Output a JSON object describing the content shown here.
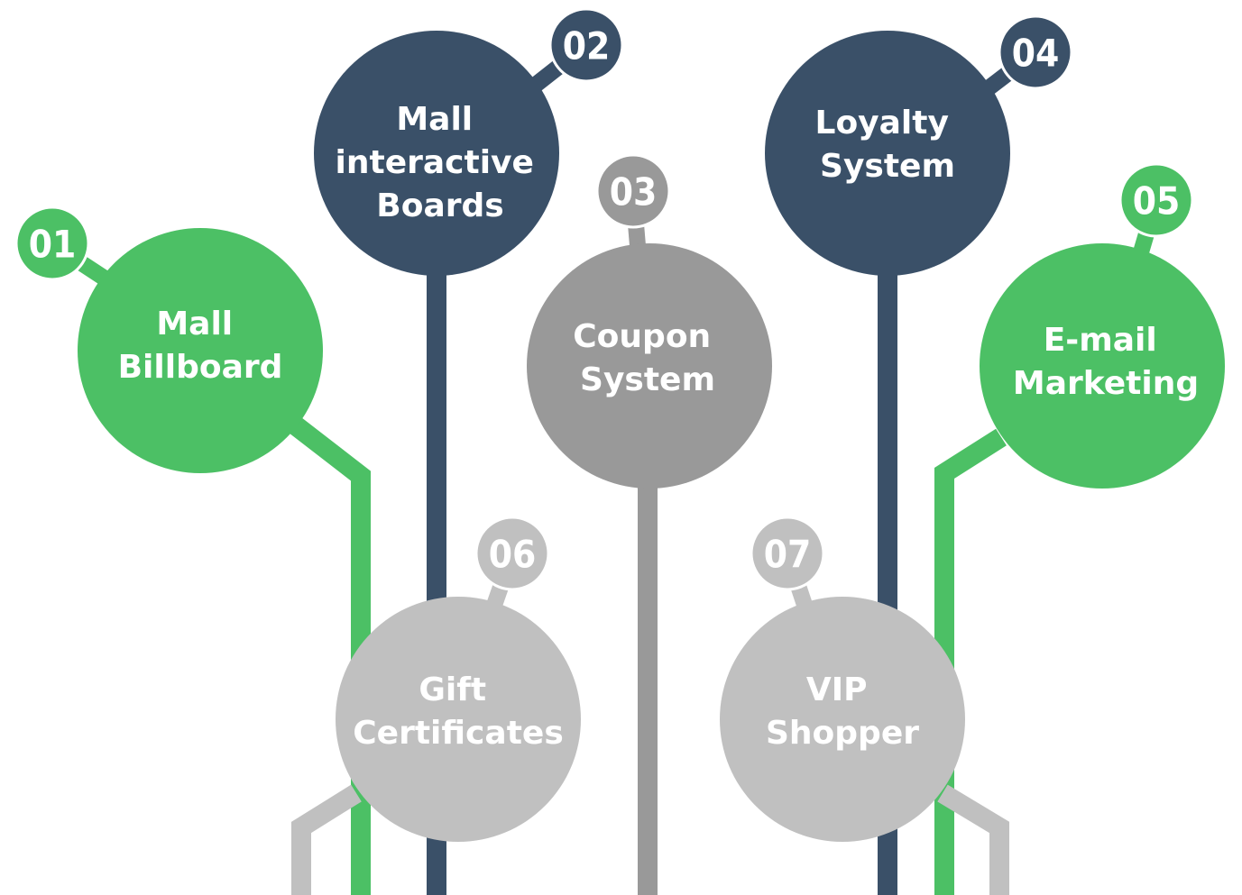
{
  "colors": {
    "green": "#4CC065",
    "navy": "#3A5068",
    "gray": "#999999",
    "light_gray": "#C0C0C0",
    "background": "#FFFFFF"
  },
  "nodes": [
    {
      "number": "01",
      "label_lines": [
        "Mall",
        "Billboard"
      ],
      "color": "green"
    },
    {
      "number": "02",
      "label_lines": [
        "Mall",
        "interactive",
        "Boards"
      ],
      "color": "navy"
    },
    {
      "number": "03",
      "label_lines": [
        "Coupon",
        "System"
      ],
      "color": "gray"
    },
    {
      "number": "04",
      "label_lines": [
        "Loyalty",
        "System"
      ],
      "color": "navy"
    },
    {
      "number": "05",
      "label_lines": [
        "E-mail",
        "Marketing"
      ],
      "color": "green"
    },
    {
      "number": "06",
      "label_lines": [
        "Gift",
        "Certificates"
      ],
      "color": "light_gray"
    },
    {
      "number": "07",
      "label_lines": [
        "VIP",
        "Shopper"
      ],
      "color": "light_gray"
    }
  ]
}
